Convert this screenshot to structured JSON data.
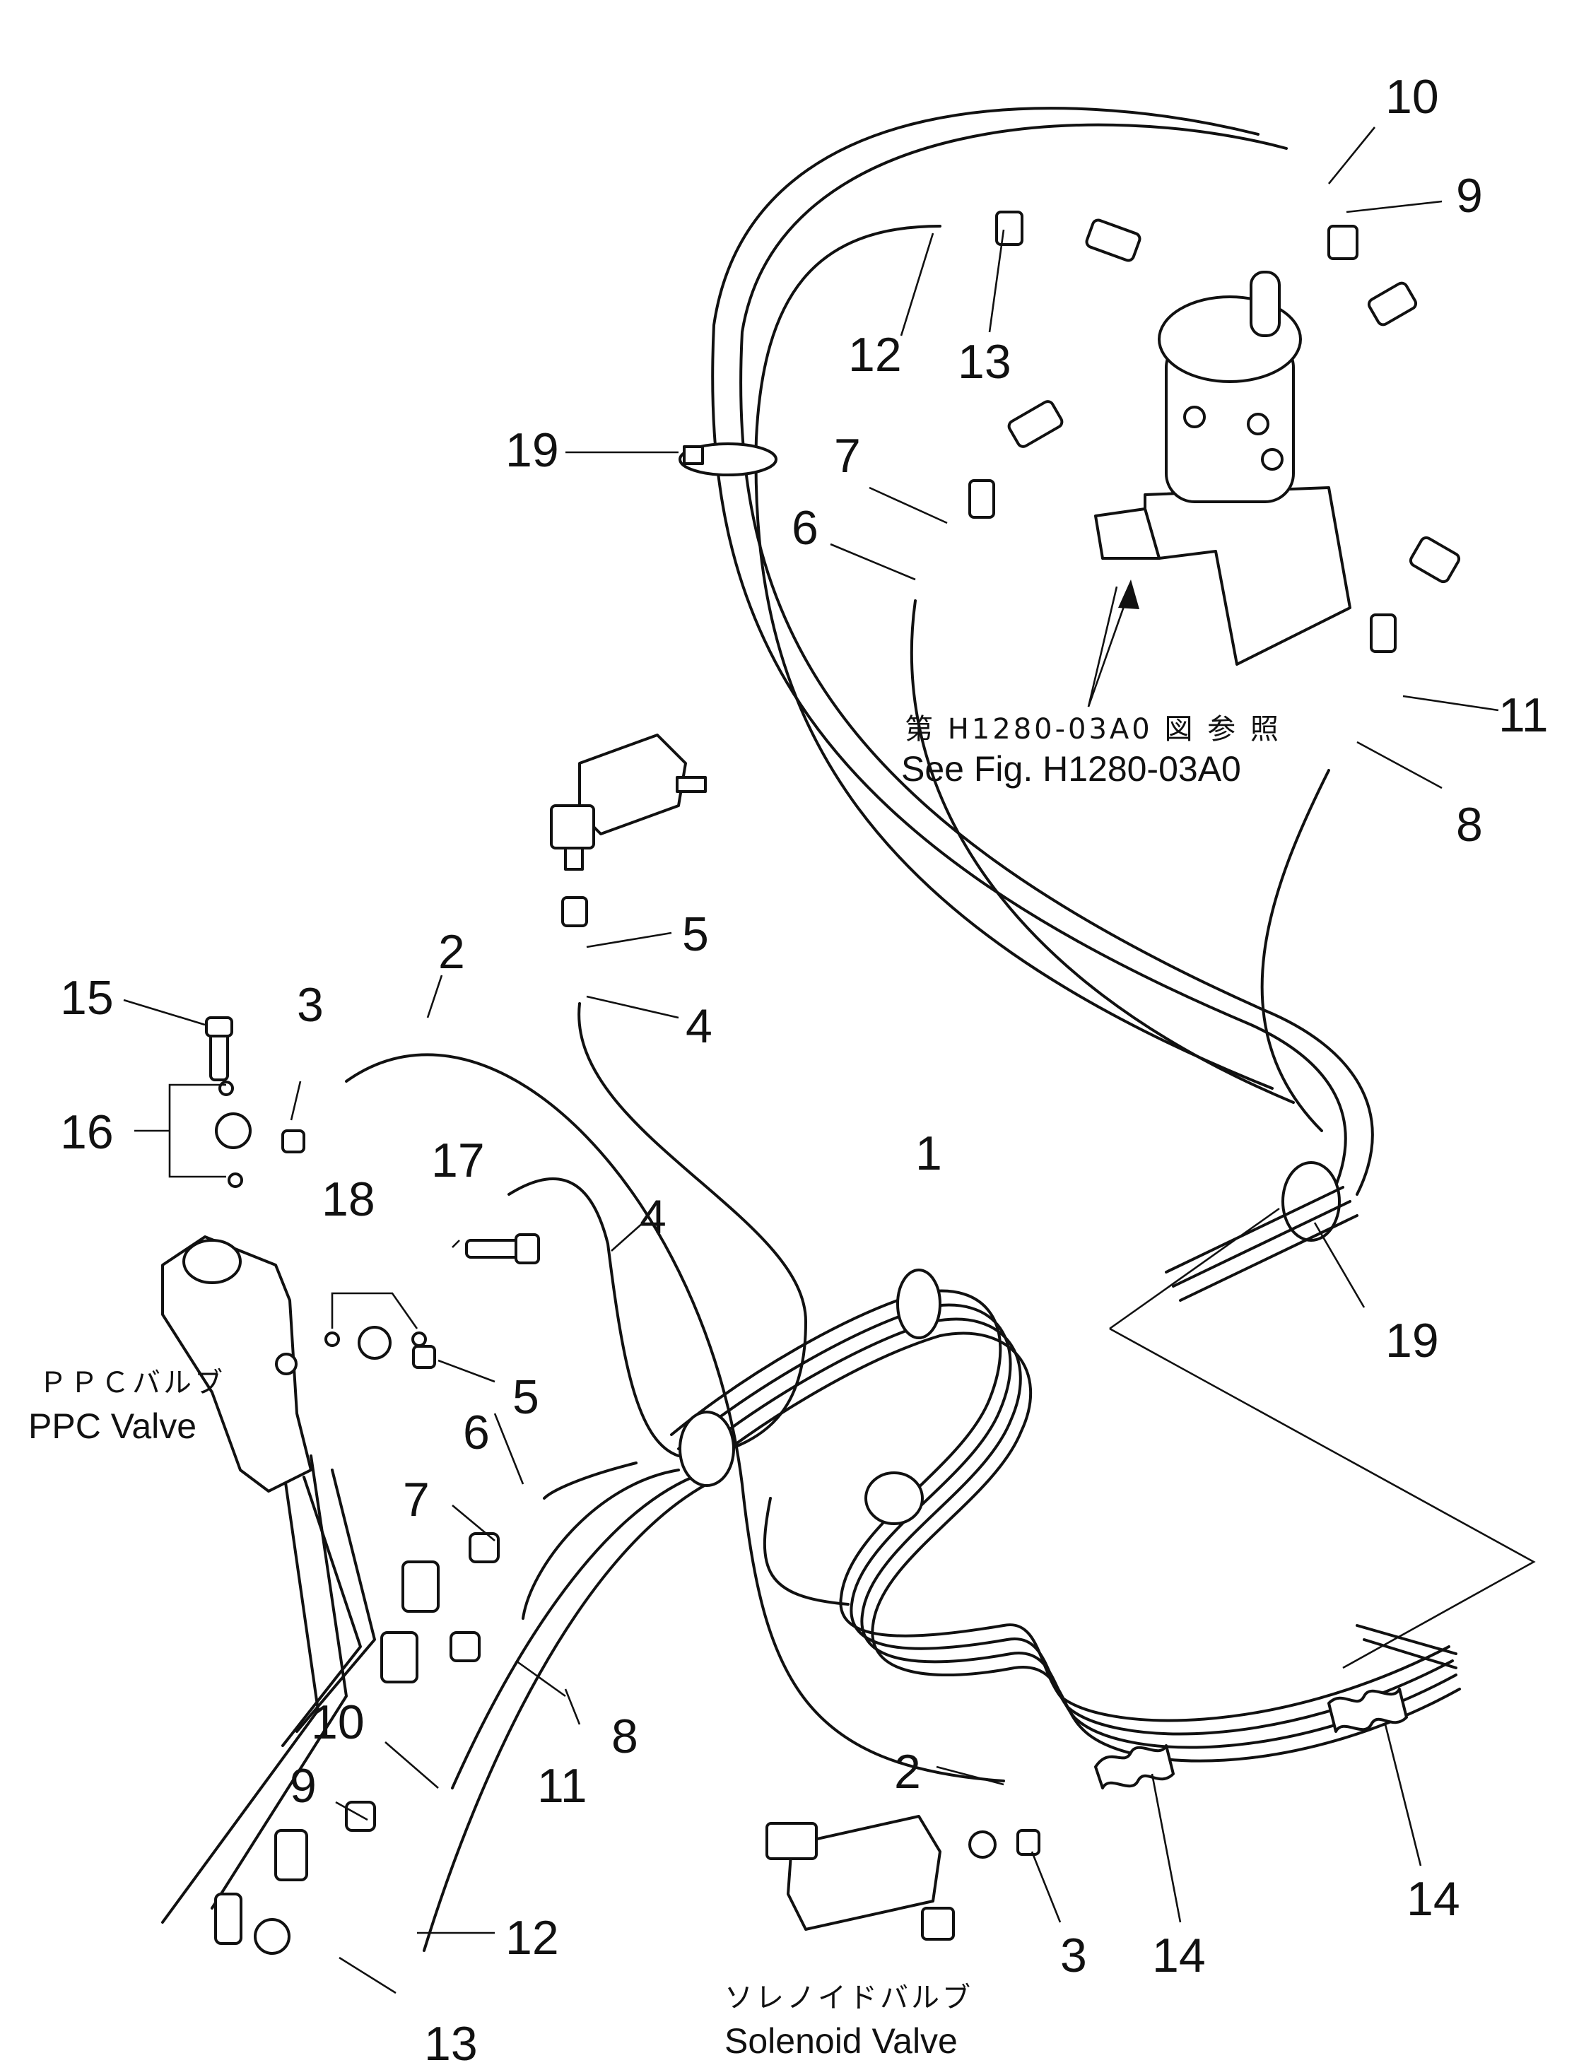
{
  "part_labels": {
    "p1": "1",
    "p2a": "2",
    "p2b": "2",
    "p3a": "3",
    "p3b": "3",
    "p4a": "4",
    "p4b": "4",
    "p5a": "5",
    "p5b": "5",
    "p6a": "6",
    "p6b": "6",
    "p7a": "7",
    "p7b": "7",
    "p8a": "8",
    "p8b": "8",
    "p9a": "9",
    "p9b": "9",
    "p10a": "10",
    "p10b": "10",
    "p11a": "11",
    "p11b": "11",
    "p12a": "12",
    "p12b": "12",
    "p13a": "13",
    "p13b": "13",
    "p14a": "14",
    "p14b": "14",
    "p15": "15",
    "p16": "16",
    "p17": "17",
    "p18": "18",
    "p19a": "19",
    "p19b": "19"
  },
  "captions": {
    "ppc_jp": "ＰＰＣバルブ",
    "ppc_en": "PPC  Valve",
    "solenoid_jp": "ソレノイドバルブ",
    "solenoid_en": "Solenoid  Valve",
    "ref_jp": "第 H1280-03A0 図 参 照",
    "ref_en": "See Fig. H1280-03A0"
  }
}
